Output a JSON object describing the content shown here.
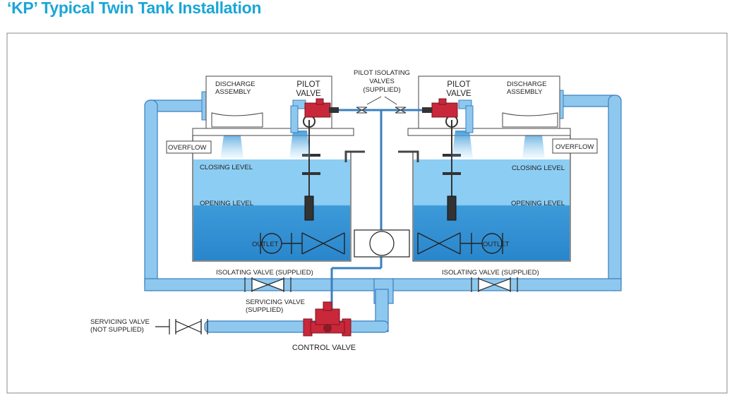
{
  "title": "‘KP’ Typical Twin Tank Installation",
  "colors": {
    "title": "#1aa6d6",
    "pipe": "#8fc8ee",
    "pipe_edge": "#3a7fc0",
    "water_top": "#8ccdf3",
    "water_bottom": "#2f8fd2",
    "valve_red": "#c9283a"
  },
  "labels": {
    "discharge_assembly": [
      "DISCHARGE",
      "ASSEMBLY"
    ],
    "pilot_valve": [
      "PILOT",
      "VALVE"
    ],
    "pilot_isolating_valves": [
      "PILOT ISOLATING",
      "VALVES",
      "(SUPPLIED)"
    ],
    "overflow": "OVERFLOW",
    "closing_level": "CLOSING LEVEL",
    "opening_level": "OPENING LEVEL",
    "outlet": "OUTLET",
    "isolating_valve": "ISOLATING VALVE (SUPPLIED)",
    "servicing_valve_supplied": [
      "SERVICING VALVE",
      "(SUPPLIED)"
    ],
    "servicing_valve_not_supplied": [
      "SERVICING VALVE",
      "(NOT SUPPLIED)"
    ],
    "control_valve": "CONTROL VALVE"
  }
}
